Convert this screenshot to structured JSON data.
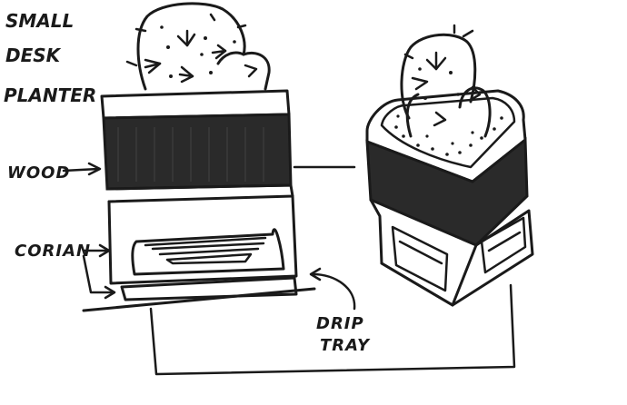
{
  "title": {
    "line1": "SMALL",
    "line2": "DESK",
    "line3": "PLANTER"
  },
  "labels": {
    "wood": "WOOD",
    "corian": "CORIAN",
    "drip_line1": "DRIP",
    "drip_line2": "TRAY"
  },
  "colors": {
    "ink": "#1a1a1a",
    "paper": "#ffffff",
    "wood_fill": "#2a2a2a"
  }
}
